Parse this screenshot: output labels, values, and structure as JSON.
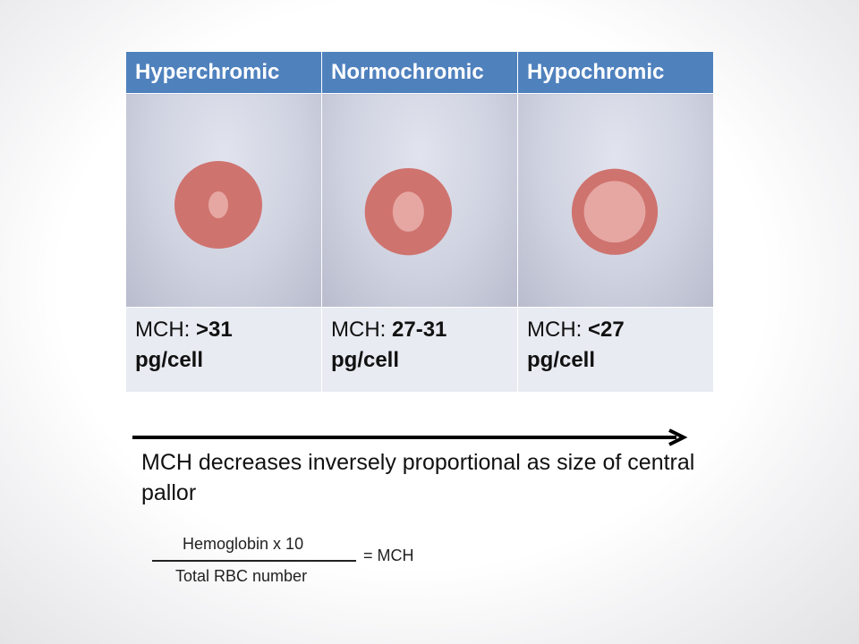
{
  "table": {
    "headers": [
      "Hyperchromic",
      "Normochromic",
      "Hypochromic"
    ],
    "cells": [
      {
        "label": "MCH: ",
        "value": ">31",
        "unit": "pg/cell"
      },
      {
        "label": "MCH: ",
        "value": "27-31",
        "unit": "pg/cell"
      },
      {
        "label": "MCH: ",
        "value": "<27",
        "unit": "pg/cell"
      }
    ]
  },
  "statement": "MCH decreases inversely proportional as size of central pallor",
  "formula": {
    "numerator": "Hemoglobin x 10",
    "denominator": "Total RBC number",
    "result": "= MCH"
  },
  "colors": {
    "header_bg": "#4f81bd",
    "rbc_rim": "#cf736f",
    "rbc_pallor": "#e6a7a2"
  }
}
